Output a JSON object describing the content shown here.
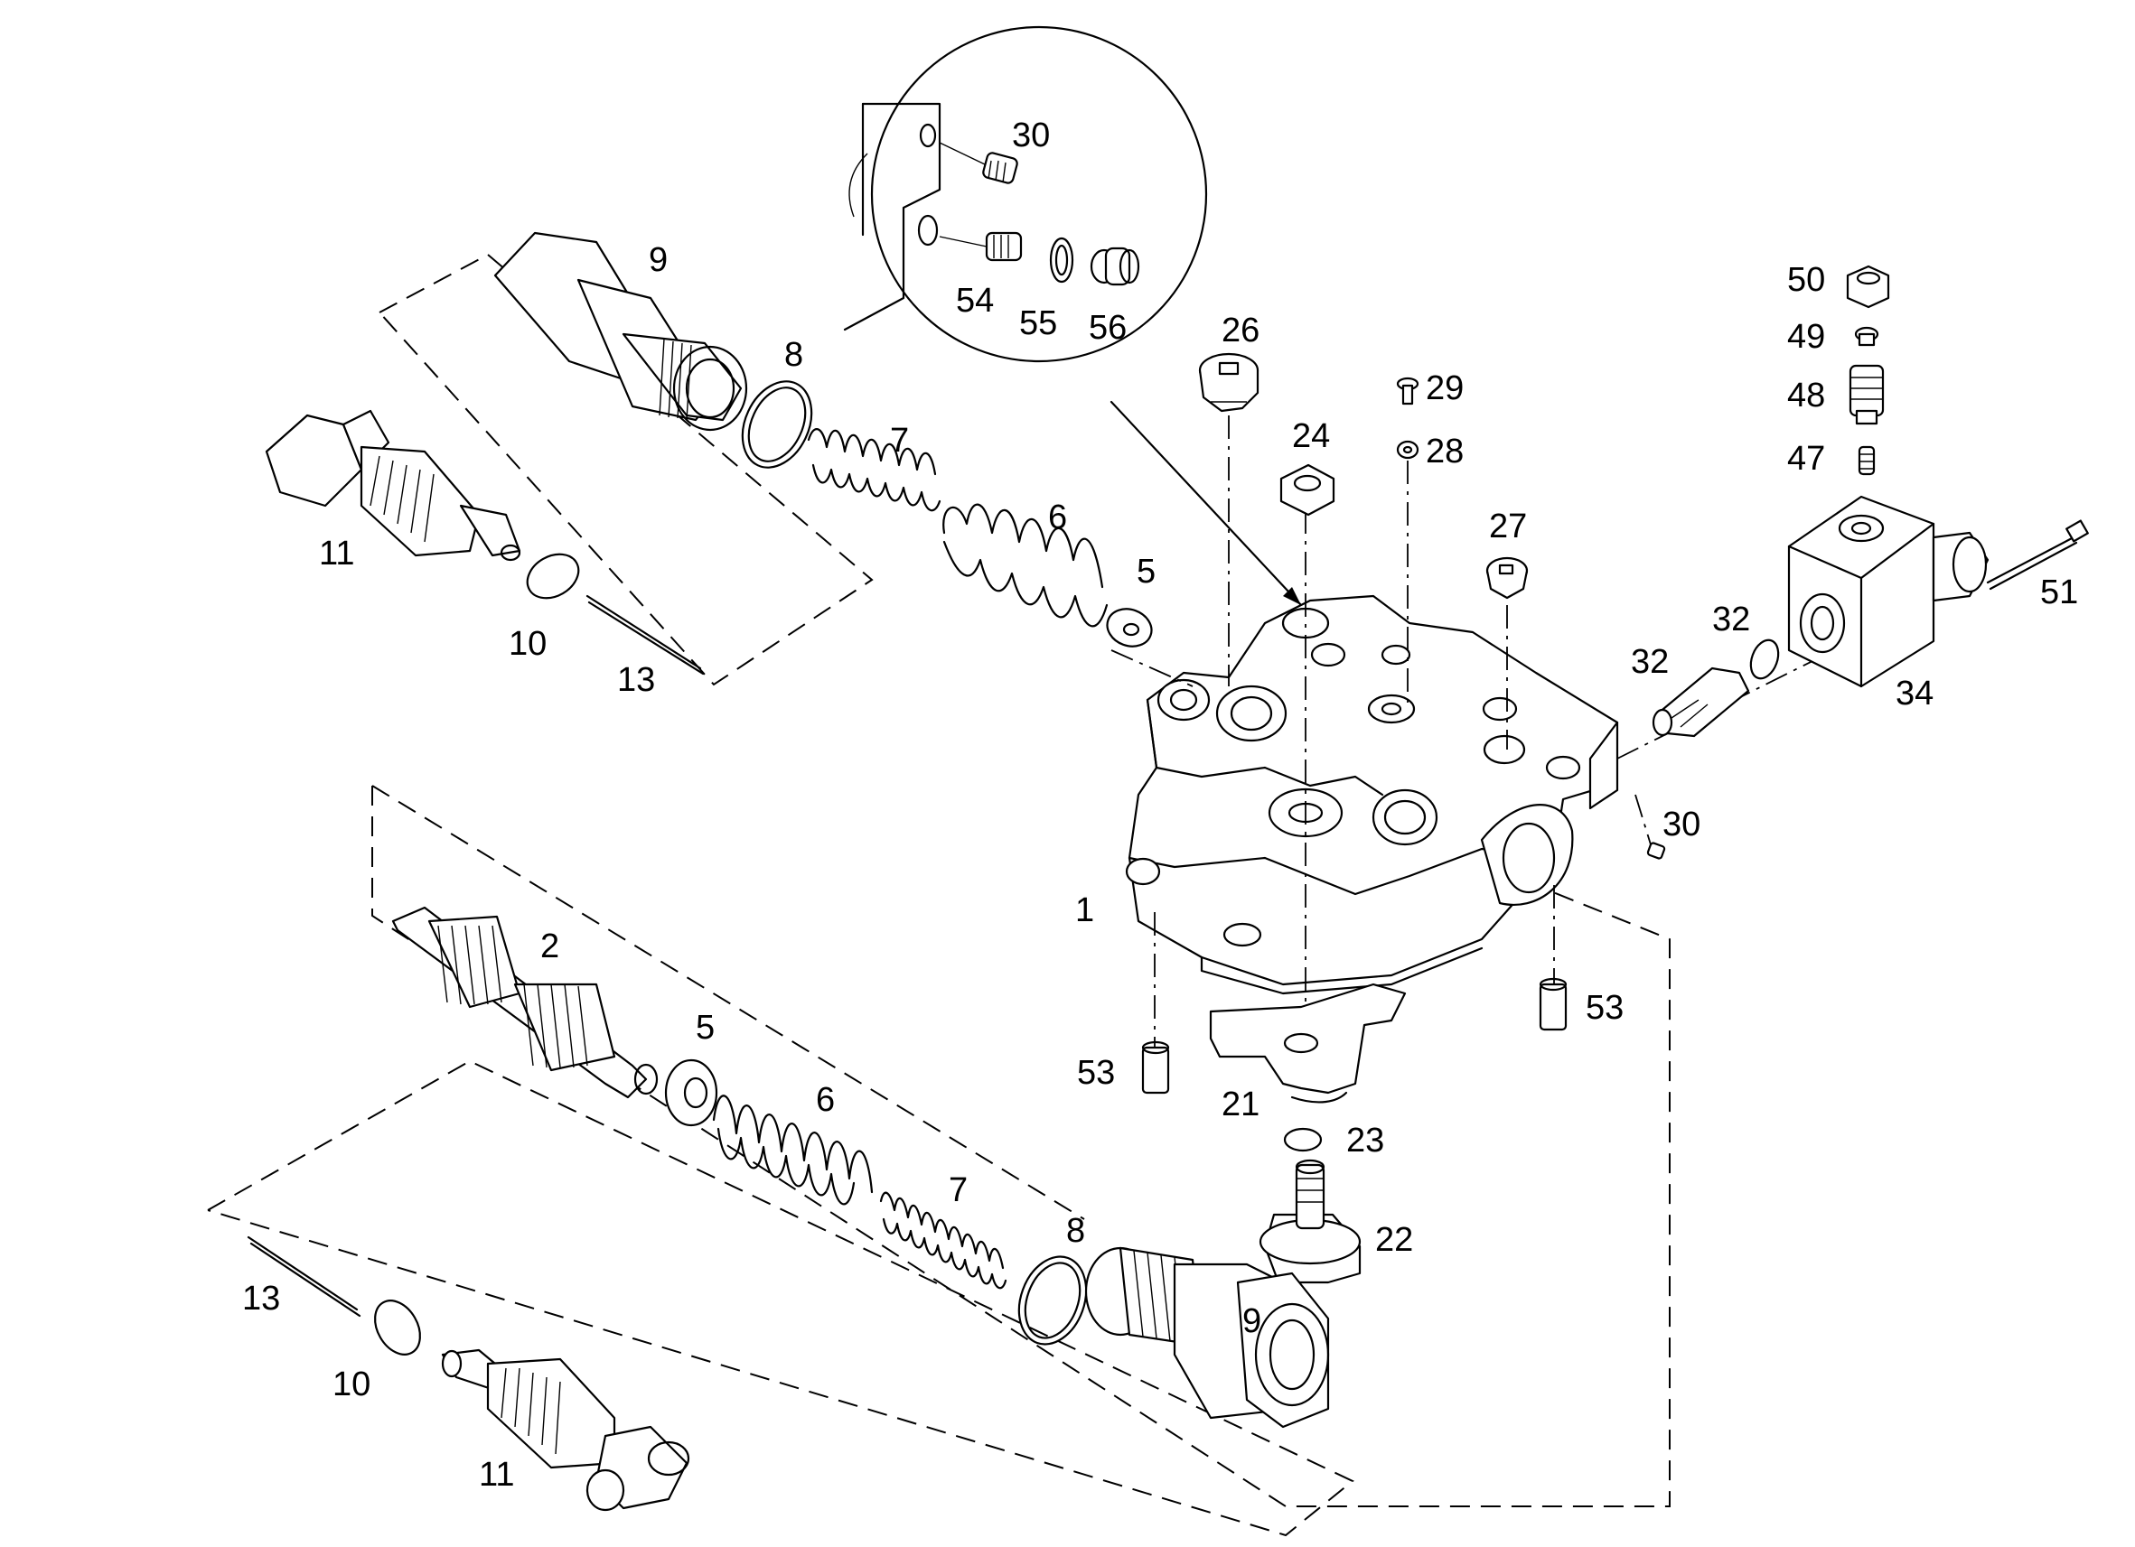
{
  "diagram": {
    "callouts": [
      {
        "id": "1",
        "text": "1"
      },
      {
        "id": "2",
        "text": "2"
      },
      {
        "id": "5a",
        "text": "5"
      },
      {
        "id": "5b",
        "text": "5"
      },
      {
        "id": "6a",
        "text": "6"
      },
      {
        "id": "6b",
        "text": "6"
      },
      {
        "id": "7a",
        "text": "7"
      },
      {
        "id": "7b",
        "text": "7"
      },
      {
        "id": "8a",
        "text": "8"
      },
      {
        "id": "8b",
        "text": "8"
      },
      {
        "id": "9a",
        "text": "9"
      },
      {
        "id": "9b",
        "text": "9"
      },
      {
        "id": "10a",
        "text": "10"
      },
      {
        "id": "10b",
        "text": "10"
      },
      {
        "id": "11a",
        "text": "11"
      },
      {
        "id": "11b",
        "text": "11"
      },
      {
        "id": "13a",
        "text": "13"
      },
      {
        "id": "13b",
        "text": "13"
      },
      {
        "id": "21",
        "text": "21"
      },
      {
        "id": "22",
        "text": "22"
      },
      {
        "id": "23",
        "text": "23"
      },
      {
        "id": "24",
        "text": "24"
      },
      {
        "id": "26",
        "text": "26"
      },
      {
        "id": "27",
        "text": "27"
      },
      {
        "id": "28",
        "text": "28"
      },
      {
        "id": "29",
        "text": "29"
      },
      {
        "id": "30a",
        "text": "30"
      },
      {
        "id": "30b",
        "text": "30"
      },
      {
        "id": "32a",
        "text": "32"
      },
      {
        "id": "32b",
        "text": "32"
      },
      {
        "id": "34",
        "text": "34"
      },
      {
        "id": "47",
        "text": "47"
      },
      {
        "id": "48",
        "text": "48"
      },
      {
        "id": "49",
        "text": "49"
      },
      {
        "id": "50",
        "text": "50"
      },
      {
        "id": "51",
        "text": "51"
      },
      {
        "id": "53a",
        "text": "53"
      },
      {
        "id": "53b",
        "text": "53"
      },
      {
        "id": "54",
        "text": "54"
      },
      {
        "id": "55",
        "text": "55"
      },
      {
        "id": "56",
        "text": "56"
      }
    ]
  }
}
